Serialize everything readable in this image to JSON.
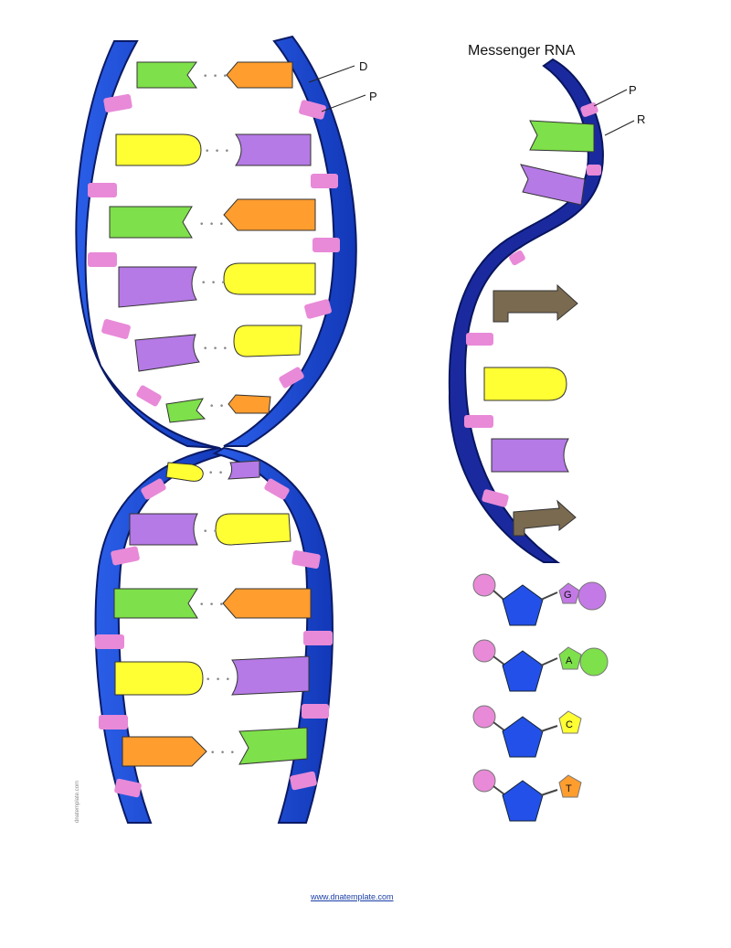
{
  "labels": {
    "title": "Messenger RNA",
    "dna_deoxyribose": "D",
    "dna_phosphate": "P",
    "rna_phosphate": "P",
    "rna_ribose": "R"
  },
  "legend": {
    "guanine": "G",
    "adenine": "A",
    "cytosine": "C",
    "thymine": "T"
  },
  "footer": {
    "link": "www.dnatemplate.com",
    "credit": "dnatemplate.com"
  },
  "colors": {
    "backbone": "#1f4fd6",
    "backbone_dark": "#0c1f7a",
    "phosphate": "#e88ad8",
    "guanine": "#7ee04a",
    "adenine": "#ff9d2e",
    "cytosine": "#ffff33",
    "thymine": "#b57ae6",
    "uracil": "#8a7a5a",
    "sugar": "#2350e8"
  }
}
